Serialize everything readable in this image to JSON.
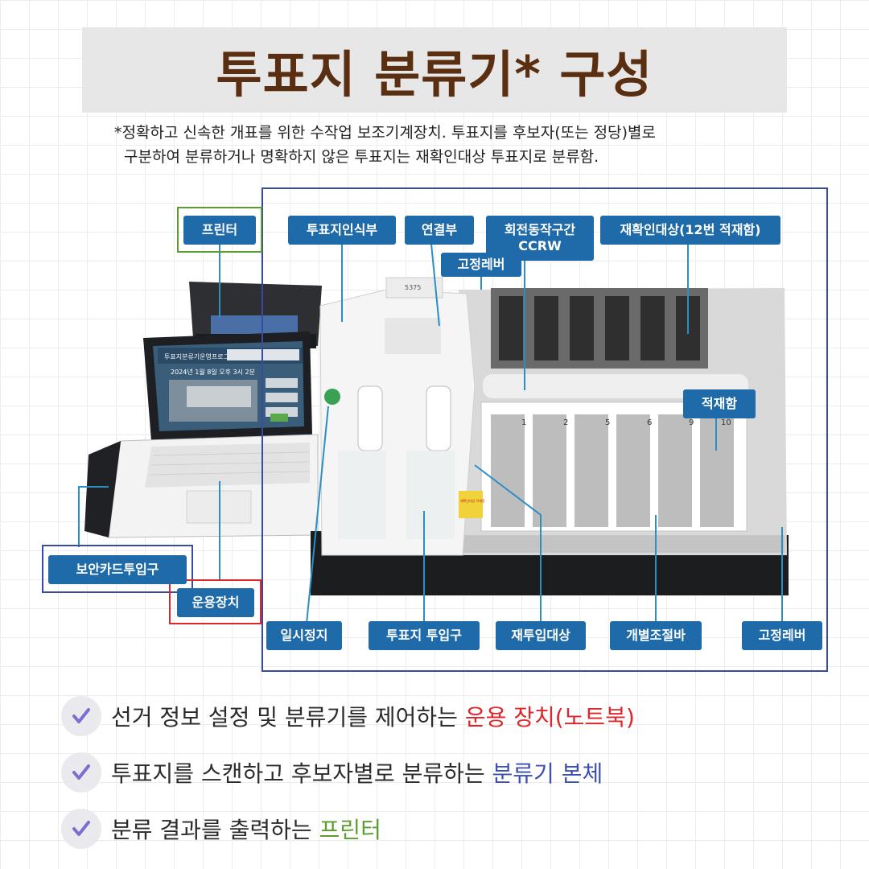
{
  "title": "투표지 분류기* 구성",
  "subtitle": {
    "line1": "*정확하고 신속한 개표를 위한 수작업 보조기계장치. 투표지를 후보자(또는 정당)별로",
    "line2": "구분하여 분류하거나 명확하지 않은 투표지는 재확인대상 투표지로 분류함."
  },
  "photo": {
    "laptop_screen_line1": "투표지분류기운영프로그램",
    "laptop_screen_line2": "2024년 1월 8일 오후 3시 2분",
    "device_serial": "5375",
    "sticker_text": "재확인대상 적재함",
    "bin_numbers": [
      "1",
      "2",
      "5",
      "6",
      "9",
      "10"
    ]
  },
  "labels": {
    "printer": "프린터",
    "ballot_recognition": "투표지인식부",
    "connection": "연결부",
    "fixed_lever_top": "고정레버",
    "rotating_section_line1": "회전동작구간",
    "rotating_section_line2": "CCRW",
    "recheck_target": "재확인대상(12번 적재함)",
    "loading_bin": "적재함",
    "security_card_slot": "보안카드투입구",
    "operating_device": "운용장치",
    "pause": "일시정지",
    "ballot_inlet": "투표지 투입구",
    "reinput_target": "재투입대상",
    "individual_control_bar": "개별조절바",
    "fixed_lever_bottom": "고정레버"
  },
  "colors": {
    "title": "#5a2e10",
    "tag_bg": "#1f6aa8",
    "red": "#e0262a",
    "blue": "#3d4fb3",
    "green": "#5c9e2e",
    "check": "#7a6fd0"
  },
  "bullets": [
    {
      "text": "선거 정보 설정 및 분류기를 제어하는 ",
      "highlight": "운용 장치(노트북)"
    },
    {
      "text": "투표지를 스캔하고 후보자별로 분류하는 ",
      "highlight": "분류기 본체"
    },
    {
      "text": "분류 결과를 출력하는 ",
      "highlight": "프린터"
    }
  ]
}
